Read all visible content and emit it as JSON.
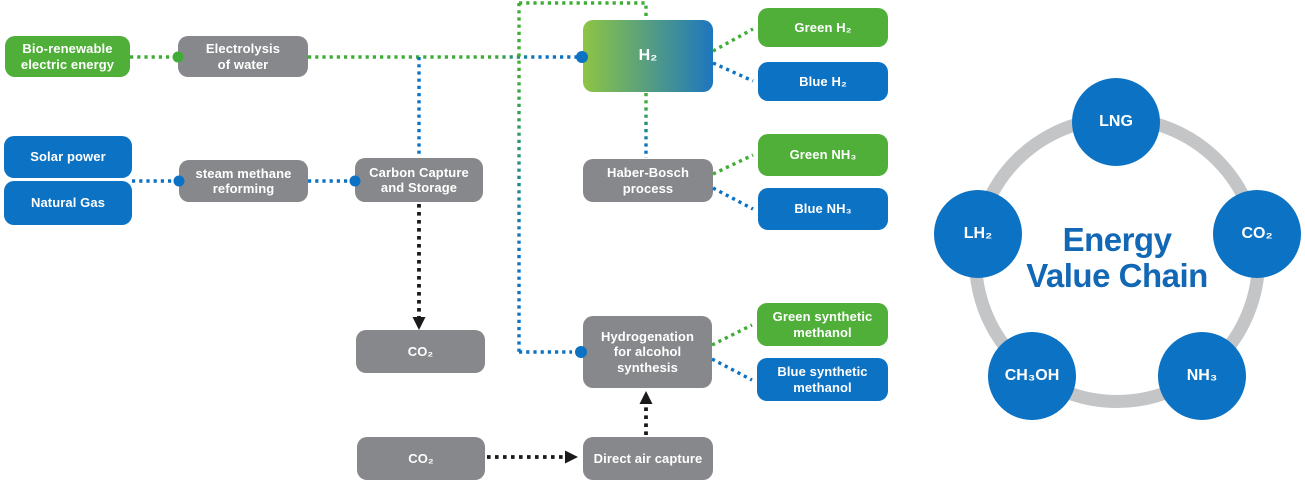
{
  "colors": {
    "green": "#4FAF38",
    "blue": "#0C72C4",
    "gray": "#87888B",
    "line_green": "#3FAD35",
    "line_blue": "#0C72C4",
    "black": "#1A1A1A",
    "ring_gray": "#C4C5C7",
    "title_blue": "#1268B5",
    "h2_grad_start": "#8DC544",
    "h2_grad_end": "#1E76BE"
  },
  "nodes": {
    "bio": "Bio-renewable\nelectric energy",
    "electrolysis": "Electrolysis\nof water",
    "solar": "Solar power",
    "natural_gas": "Natural Gas",
    "smr": "steam methane\nreforming",
    "ccs": "Carbon Capture\nand Storage",
    "h2": "H₂",
    "green_h2": "Green H₂",
    "blue_h2": "Blue H₂",
    "haber": "Haber-Bosch\nprocess",
    "green_nh3": "Green NH₃",
    "blue_nh3": "Blue NH₃",
    "co2_captured": "CO₂",
    "hydrogenation": "Hydrogenation\nfor alcohol\nsynthesis",
    "green_methanol": "Green synthetic\nmethanol",
    "blue_methanol": "Blue synthetic\nmethanol",
    "co2_air": "CO₂",
    "dac": "Direct air capture"
  },
  "value_chain": {
    "title": {
      "line1": "Energy",
      "line2": "Value Chain"
    },
    "items": {
      "lng": "LNG",
      "co2": "CO₂",
      "nh3": "NH₃",
      "ch3oh": "CH₃OH",
      "lh2": "LH₂"
    }
  }
}
